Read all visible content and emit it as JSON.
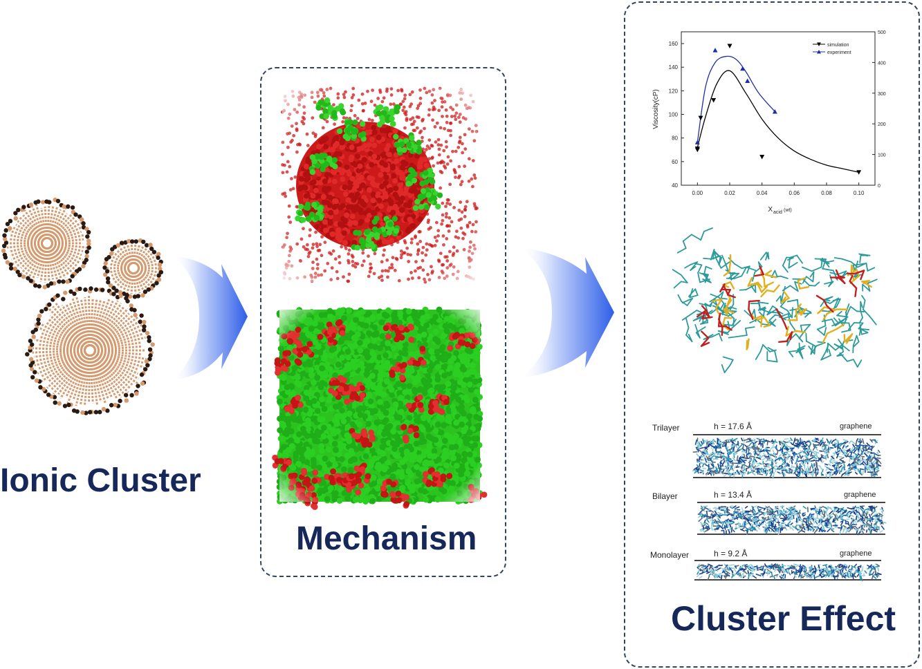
{
  "labels": {
    "ionic_cluster": "Ionic Cluster",
    "mechanism": "Mechanism",
    "cluster_effect": "Cluster Effect"
  },
  "colors": {
    "label_navy": "#16275a",
    "panel_border": "#2f4460",
    "arrow_blue": "#3a67e8",
    "tan": "#d49a6e",
    "dark_brown": "#2a1a12",
    "sim_red": "#cc1a1a",
    "sim_green": "#26c41c",
    "molecule_teal": "#2a9a9a",
    "molecule_yellow": "#e0b020",
    "molecule_red": "#c0201e"
  },
  "layers": [
    {
      "name": "Trilayer",
      "h_text": "h = 17.6 Å",
      "right_label": "graphene"
    },
    {
      "name": "Bilayer",
      "h_text": "h = 13.4 Å",
      "right_label": "graphene"
    },
    {
      "name": "Monolayer",
      "h_text": "h = 9.2 Å",
      "right_label": "graphene"
    }
  ],
  "chart_data": {
    "type": "line",
    "xlabel": "X",
    "xlabel_sub": "acid",
    "xlabel_unit": "(wt)",
    "ylabel": "Viscosity(cP)",
    "xlim": [
      -0.01,
      0.11
    ],
    "ylim_left": [
      40,
      170
    ],
    "ylim_right": [
      0,
      500
    ],
    "x_ticks": [
      "0.00",
      "0.02",
      "0.04",
      "0.06",
      "0.08",
      "0.10"
    ],
    "y_ticks_left": [
      "40",
      "60",
      "80",
      "100",
      "120",
      "140",
      "160"
    ],
    "y_ticks_right": [
      "0",
      "100",
      "200",
      "300",
      "400",
      "500"
    ],
    "legend_position": "top-right",
    "series": [
      {
        "name": "simulation",
        "axis": "left",
        "color": "#000000",
        "marker": "triangle-down",
        "points": [
          [
            0.0,
            71
          ],
          [
            0.0,
            70
          ],
          [
            0.002,
            97
          ],
          [
            0.01,
            112
          ],
          [
            0.02,
            158
          ],
          [
            0.04,
            64
          ],
          [
            0.1,
            51
          ]
        ],
        "curve": [
          [
            0.0,
            72
          ],
          [
            0.005,
            98
          ],
          [
            0.012,
            126
          ],
          [
            0.02,
            137
          ],
          [
            0.03,
            118
          ],
          [
            0.04,
            96
          ],
          [
            0.05,
            80
          ],
          [
            0.06,
            69
          ],
          [
            0.07,
            62
          ],
          [
            0.08,
            57
          ],
          [
            0.09,
            54
          ],
          [
            0.1,
            51
          ]
        ]
      },
      {
        "name": "experiment",
        "axis": "right",
        "color": "#1c2fa0",
        "marker": "triangle-up",
        "points": [
          [
            0.0,
            140
          ],
          [
            0.011,
            440
          ],
          [
            0.028,
            380
          ],
          [
            0.031,
            340
          ],
          [
            0.048,
            240
          ]
        ],
        "curve": [
          [
            0.0,
            140
          ],
          [
            0.005,
            320
          ],
          [
            0.011,
            400
          ],
          [
            0.018,
            420
          ],
          [
            0.024,
            410
          ],
          [
            0.03,
            370
          ],
          [
            0.038,
            300
          ],
          [
            0.048,
            240
          ]
        ]
      }
    ]
  }
}
